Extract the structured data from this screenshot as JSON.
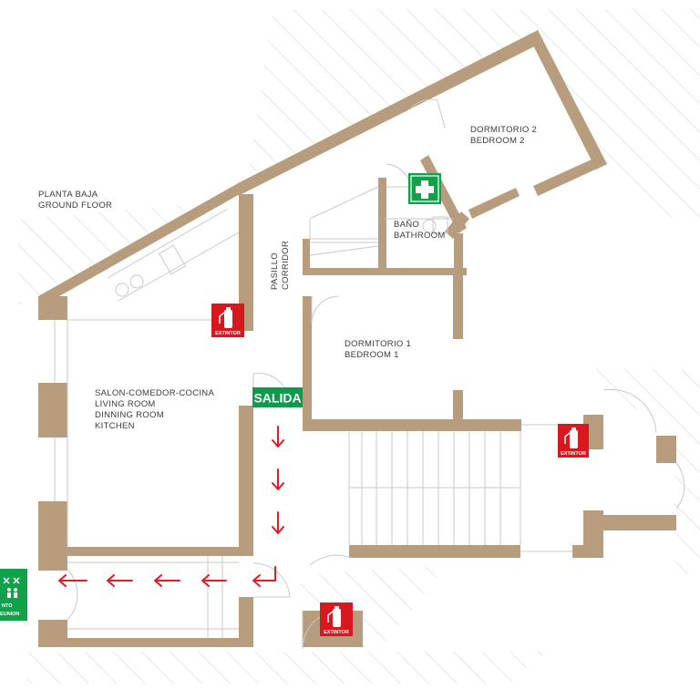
{
  "floor": {
    "line1": "PLANTA BAJA",
    "line2": "GROUND FLOOR"
  },
  "rooms": {
    "bedroom2": {
      "line1": "DORMITORIO 2",
      "line2": "BEDROOM 2"
    },
    "bathroom": {
      "line1": "BAÑO",
      "line2": "BATHROOM"
    },
    "corridor": {
      "line1": "PASILLO",
      "line2": "CORRIDOR"
    },
    "bedroom1": {
      "line1": "DORMITORIO 1",
      "line2": "BEDROOM 1"
    },
    "living": {
      "line1": "SALON-COMEDOR-COCINA",
      "line2": "LIVING ROOM",
      "line3": "DINNING ROOM",
      "line4": "KITCHEN"
    }
  },
  "signs": {
    "exit_label": "SALIDA",
    "extinguisher_label": "EXTINTOR",
    "assembly_line1": "NTO",
    "assembly_line2": "EUNION"
  },
  "colors": {
    "wall": "#b79d7e",
    "exit_green": "#0a9b4b",
    "first_aid_green": "#12a14b",
    "extinguisher_red": "#d7191f",
    "arrow_red": "#e31b23",
    "hatch": "#d6d6d6"
  },
  "icons": [
    "first-aid-icon",
    "extinguisher-icon",
    "assembly-point-icon",
    "evacuation-arrow-icon"
  ]
}
